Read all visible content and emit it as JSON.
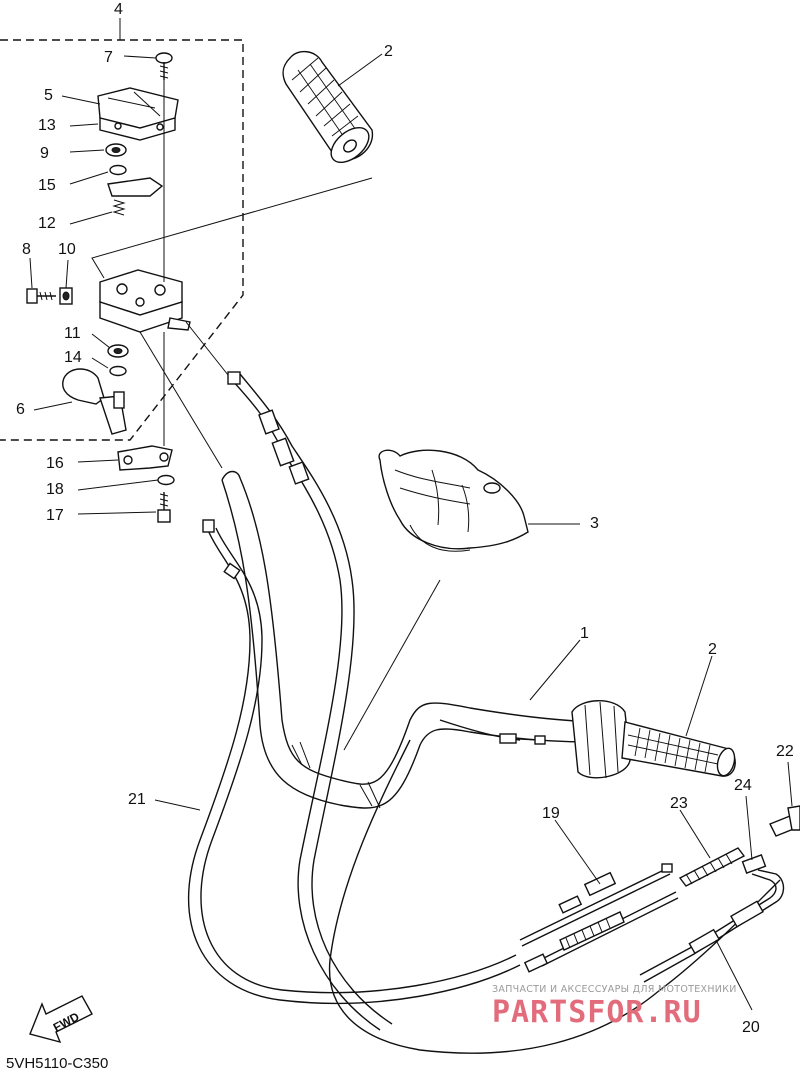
{
  "diagram_code": "5VH5110-C350",
  "callouts": [
    "1",
    "2",
    "2",
    "3",
    "4",
    "5",
    "6",
    "7",
    "8",
    "9",
    "10",
    "11",
    "12",
    "13",
    "14",
    "15",
    "16",
    "17",
    "18",
    "19",
    "20",
    "21",
    "22",
    "23",
    "24"
  ],
  "fwd_label": "FWD",
  "watermark": {
    "tagline": "ЗАПЧАСТИ И АКСЕССУАРЫ ДЛЯ МОТОТЕХНИКИ",
    "logo_text": "PARTSFOR.RU"
  }
}
